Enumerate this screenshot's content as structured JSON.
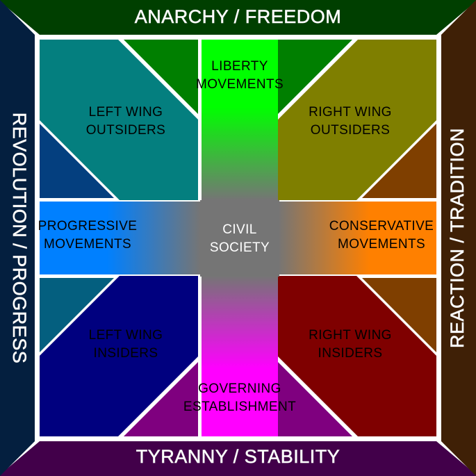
{
  "diagram": {
    "title": "Political Compass Grid",
    "background": "#ffffff"
  },
  "axes": {
    "top": {
      "label": "ANARCHY / FREEDOM",
      "color": "#003f00",
      "text_color": "#ffffff"
    },
    "bottom": {
      "label": "TYRANNY / STABILITY",
      "color": "#42004a",
      "text_color": "#ffffff"
    },
    "left": {
      "label": "REVOLUTION / PROGRESS",
      "color": "#041f3f",
      "text_color": "#ffffff"
    },
    "right": {
      "label": "REACTION / TRADITION",
      "color": "#3f2006",
      "text_color": "#ffffff"
    }
  },
  "center": {
    "label_line1": "CIVIL",
    "label_line2": "SOCIETY",
    "color": "#757575",
    "text_color": "#ffffff"
  },
  "arms": [
    {
      "id": "liberty",
      "position": "top",
      "label_line1": "LIBERTY",
      "label_line2": "MOVEMENTS",
      "color": "#00ff00",
      "fade_to": "#757575",
      "text_color": "#000000"
    },
    {
      "id": "progressive",
      "position": "left",
      "label_line1": "PROGRESSIVE",
      "label_line2": "MOVEMENTS",
      "color": "#0080ff",
      "fade_to": "#757575",
      "text_color": "#000000"
    },
    {
      "id": "conservative",
      "position": "right",
      "label_line1": "CONSERVATIVE",
      "label_line2": "MOVEMENTS",
      "color": "#ff8000",
      "fade_to": "#757575",
      "text_color": "#000000"
    },
    {
      "id": "governing-establishment",
      "position": "bottom",
      "label_line1": "GOVERNING",
      "label_line2": "ESTABLISHMENT",
      "color": "#ff00ff",
      "fade_to": "#757575",
      "text_color": "#000000"
    }
  ],
  "quadrants": [
    {
      "id": "left-wing-outsiders",
      "position": "top-left",
      "label_line1": "LEFT WING",
      "label_line2": "OUTSIDERS",
      "color": "#047f7f",
      "text_color": "#000000",
      "corner_top": {
        "name": "anarchy-left-corner",
        "color": "#007f00"
      },
      "corner_bottom": {
        "name": "revolution-top-corner",
        "color": "#043f7f"
      }
    },
    {
      "id": "right-wing-outsiders",
      "position": "top-right",
      "label_line1": "RIGHT WING",
      "label_line2": "OUTSIDERS",
      "color": "#7f7f00",
      "text_color": "#000000",
      "corner_top": {
        "name": "anarchy-right-corner",
        "color": "#007f00"
      },
      "corner_bottom": {
        "name": "reaction-top-corner",
        "color": "#7f3f00"
      }
    },
    {
      "id": "left-wing-insiders",
      "position": "bottom-left",
      "label_line1": "LEFT WING",
      "label_line2": "INSIDERS",
      "color": "#00007f",
      "text_color": "#000000",
      "corner_top": {
        "name": "revolution-bottom-corner",
        "color": "#045f7f"
      },
      "corner_bottom": {
        "name": "tyranny-left-corner",
        "color": "#7f007f"
      }
    },
    {
      "id": "right-wing-insiders",
      "position": "bottom-right",
      "label_line1": "RIGHT WING",
      "label_line2": "INSIDERS",
      "color": "#7f0000",
      "text_color": "#000000",
      "corner_top": {
        "name": "reaction-bottom-corner",
        "color": "#7f3f00"
      },
      "corner_bottom": {
        "name": "tyranny-right-corner",
        "color": "#7f007f"
      }
    }
  ]
}
